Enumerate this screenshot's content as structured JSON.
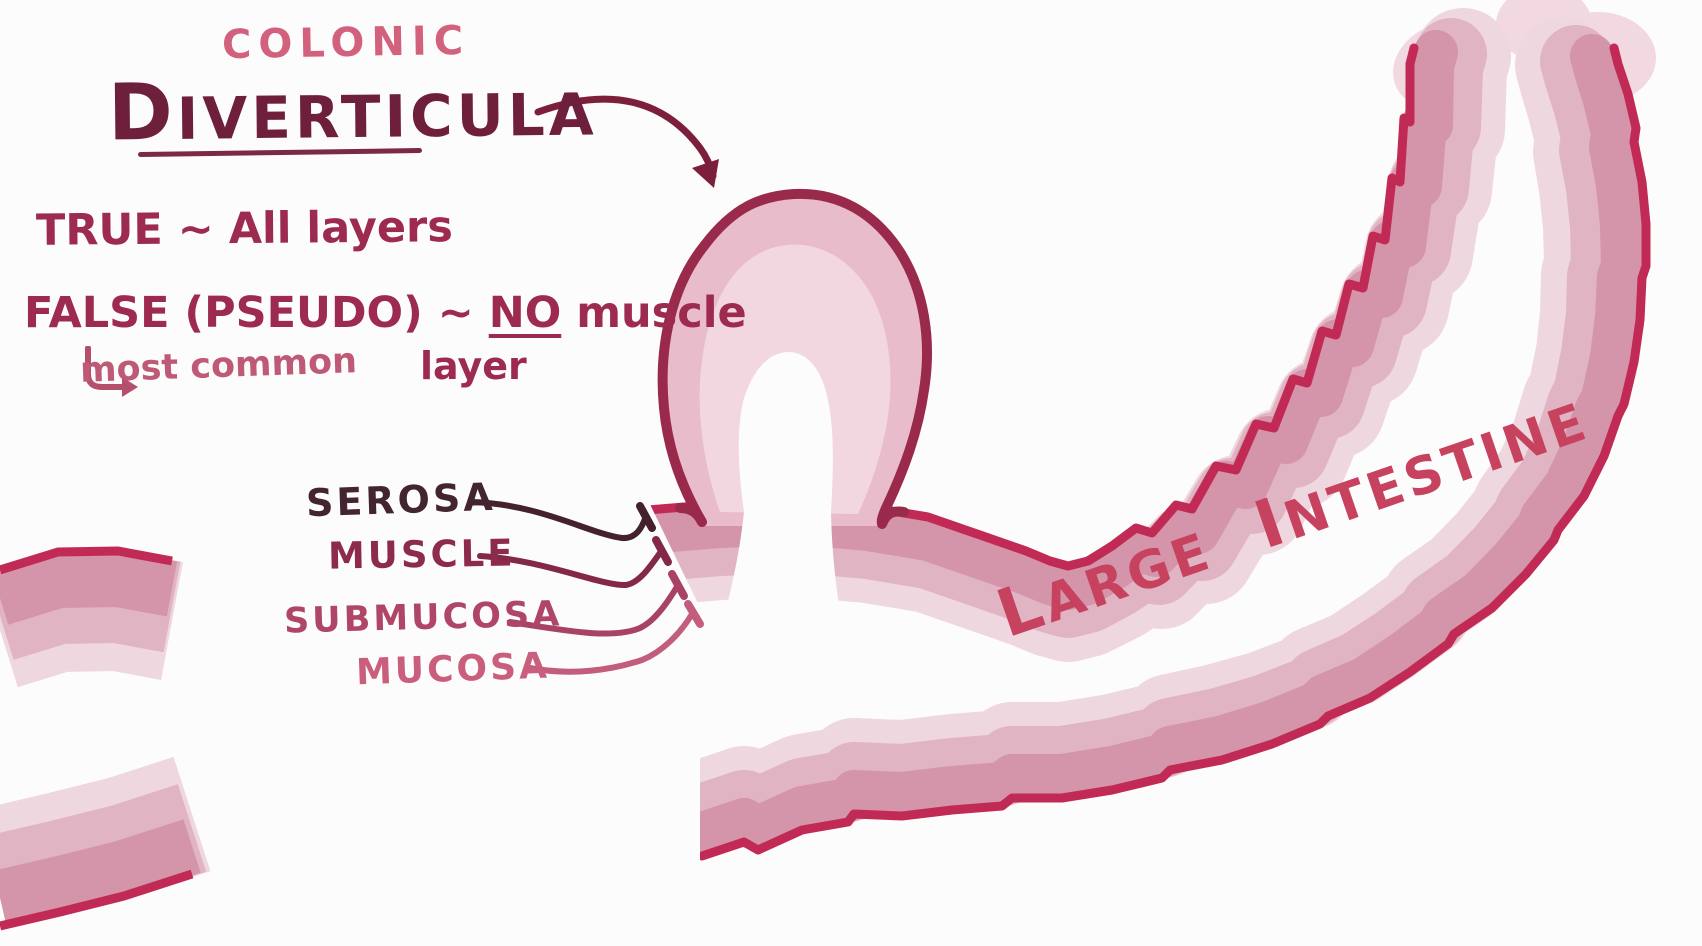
{
  "annotations": {
    "title_line1": "COLONIC",
    "title_line2": "DIVERTICULA",
    "true_note": "TRUE ~ All layers",
    "false_prefix": "FALSE (PSEUDO) ~ ",
    "false_emphasis": "NO",
    "false_suffix": " muscle",
    "false_wrap": "layer",
    "most_common": "most common"
  },
  "wall_layers": [
    {
      "label": "SEROSA",
      "color": "#432431"
    },
    {
      "label": "MUSCLE",
      "color": "#8c2b4b"
    },
    {
      "label": "SUBMUCOSA",
      "color": "#b04667"
    },
    {
      "label": "MUCOSA",
      "color": "#ca5f7d"
    }
  ],
  "organ": {
    "word1": "LARGE",
    "word2": "INTESTINE"
  },
  "palette": {
    "background": "#fdfcfc",
    "title_pink": "#d2617e",
    "title_dark": "#6e1f3c",
    "note_crimson": "#9d2a4f",
    "most_common_pink": "#bf5a76",
    "organ_label_red": "#c6425f",
    "outline_crimson": "#c22a56",
    "pouch_outline": "#9a2a4c",
    "pouch_fill": "#e9bccb",
    "pouch_inner": "#f2d7e0",
    "wall_mauve": "#d494aa",
    "wall_medium": "#e0b4c3",
    "wall_light": "#efd7df"
  }
}
